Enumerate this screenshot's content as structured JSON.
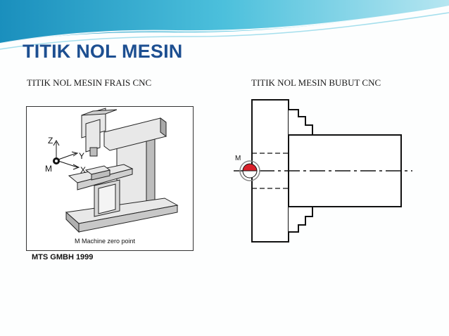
{
  "slide": {
    "title": "TITIK NOL MESIN",
    "left_caption": "TITIK NOL MESIN FRAIS CNC",
    "right_caption": "TITIK NOL MESIN BUBUT CNC"
  },
  "milling_figure": {
    "axis_z": "Z",
    "axis_y": "Y",
    "axis_x": "X",
    "zero_label": "M",
    "legend": "M   Machine zero point",
    "credit": "MTS GMBH 1999"
  },
  "lathe_figure": {
    "zero_label": "M",
    "marker_color": "#d9202a"
  },
  "colors": {
    "title": "#1d4f91",
    "header_wave": "#29a8cc"
  }
}
